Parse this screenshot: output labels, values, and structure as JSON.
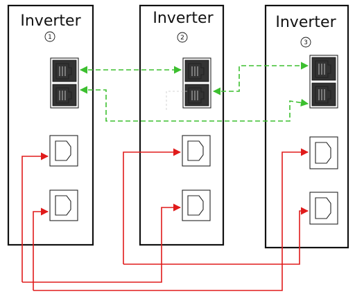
{
  "inverters": [
    {
      "title": "Inverter",
      "number": "1"
    },
    {
      "title": "Inverter",
      "number": "2"
    },
    {
      "title": "Inverter",
      "number": "3"
    }
  ],
  "colors": {
    "green_link": "#3cbf2f",
    "red_link": "#e01b1b",
    "outline": "#111111"
  },
  "icons": {
    "double_port": "stacked-rj45-port-icon",
    "single_port": "rj-port-icon",
    "arrow": "arrow-head-icon"
  }
}
